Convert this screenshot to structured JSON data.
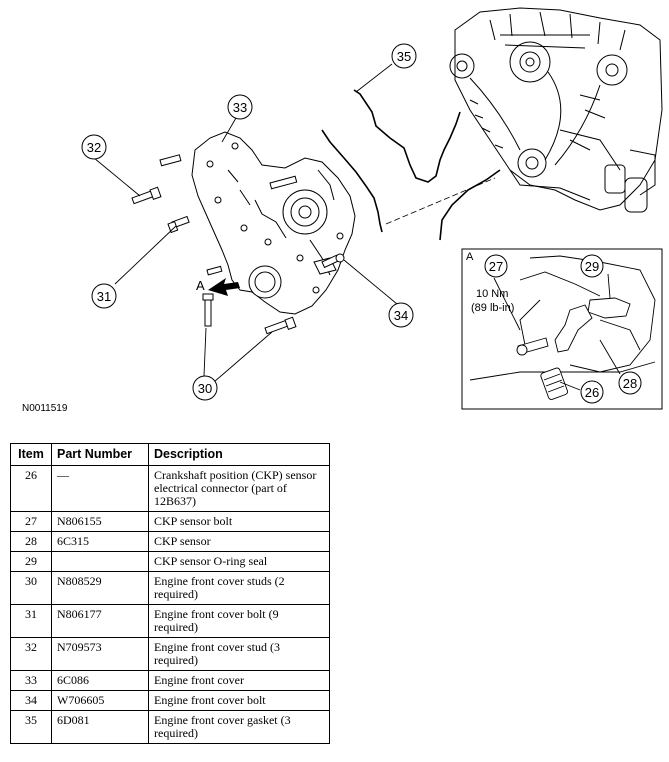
{
  "figure": {
    "id": "N0011519",
    "view_label": "A",
    "callouts": {
      "c26": "26",
      "c27": "27",
      "c28": "28",
      "c29": "29",
      "c30": "30",
      "c31": "31",
      "c32": "32",
      "c33": "33",
      "c34": "34",
      "c35": "35"
    },
    "torque_line1": "10 Nm",
    "torque_line2": "(89 lb-in)"
  },
  "table": {
    "headers": {
      "item": "Item",
      "part_number": "Part Number",
      "description": "Description"
    },
    "rows": [
      {
        "item": "26",
        "part_number": "—",
        "description": "Crankshaft position (CKP) sensor electrical connector (part of 12B637)"
      },
      {
        "item": "27",
        "part_number": "N806155",
        "description": "CKP sensor bolt"
      },
      {
        "item": "28",
        "part_number": "6C315",
        "description": "CKP sensor"
      },
      {
        "item": "29",
        "part_number": "",
        "description": "CKP sensor O-ring seal"
      },
      {
        "item": "30",
        "part_number": "N808529",
        "description": "Engine front cover studs (2 required)"
      },
      {
        "item": "31",
        "part_number": "N806177",
        "description": "Engine front cover bolt (9 required)"
      },
      {
        "item": "32",
        "part_number": "N709573",
        "description": "Engine front cover stud (3 required)"
      },
      {
        "item": "33",
        "part_number": "6C086",
        "description": "Engine front cover"
      },
      {
        "item": "34",
        "part_number": "W706605",
        "description": "Engine front cover bolt"
      },
      {
        "item": "35",
        "part_number": "6D081",
        "description": "Engine front cover gasket (3 required)"
      }
    ]
  }
}
